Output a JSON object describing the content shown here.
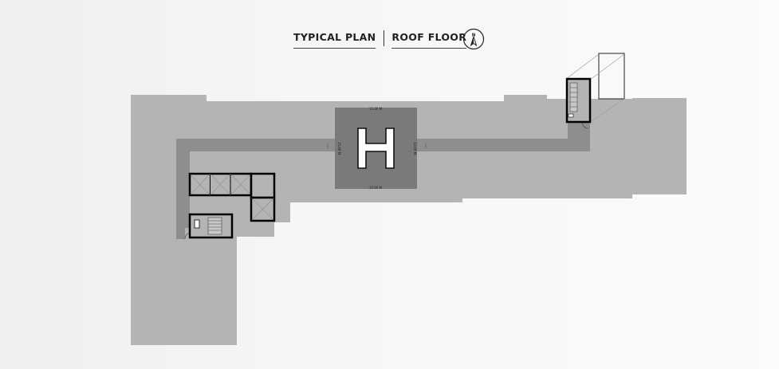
{
  "title": {
    "left": "TYPICAL PLAN",
    "right": "ROOF FLOOR"
  },
  "north_label": "N",
  "helipad": {
    "letter": "H",
    "dim_top": "15.00 M",
    "dim_bottom": "15.00 M",
    "dim_left": "15.00 M",
    "dim_right": "15.00 M"
  },
  "colors": {
    "background": "#f2f2f2",
    "roof": "#b4b4b4",
    "corridor": "#8c8c8c",
    "helipad": "#7a7a7a",
    "walls": "#000000"
  },
  "icons": [
    "north-arrow-icon",
    "helipad-h-icon",
    "stair-icon"
  ]
}
